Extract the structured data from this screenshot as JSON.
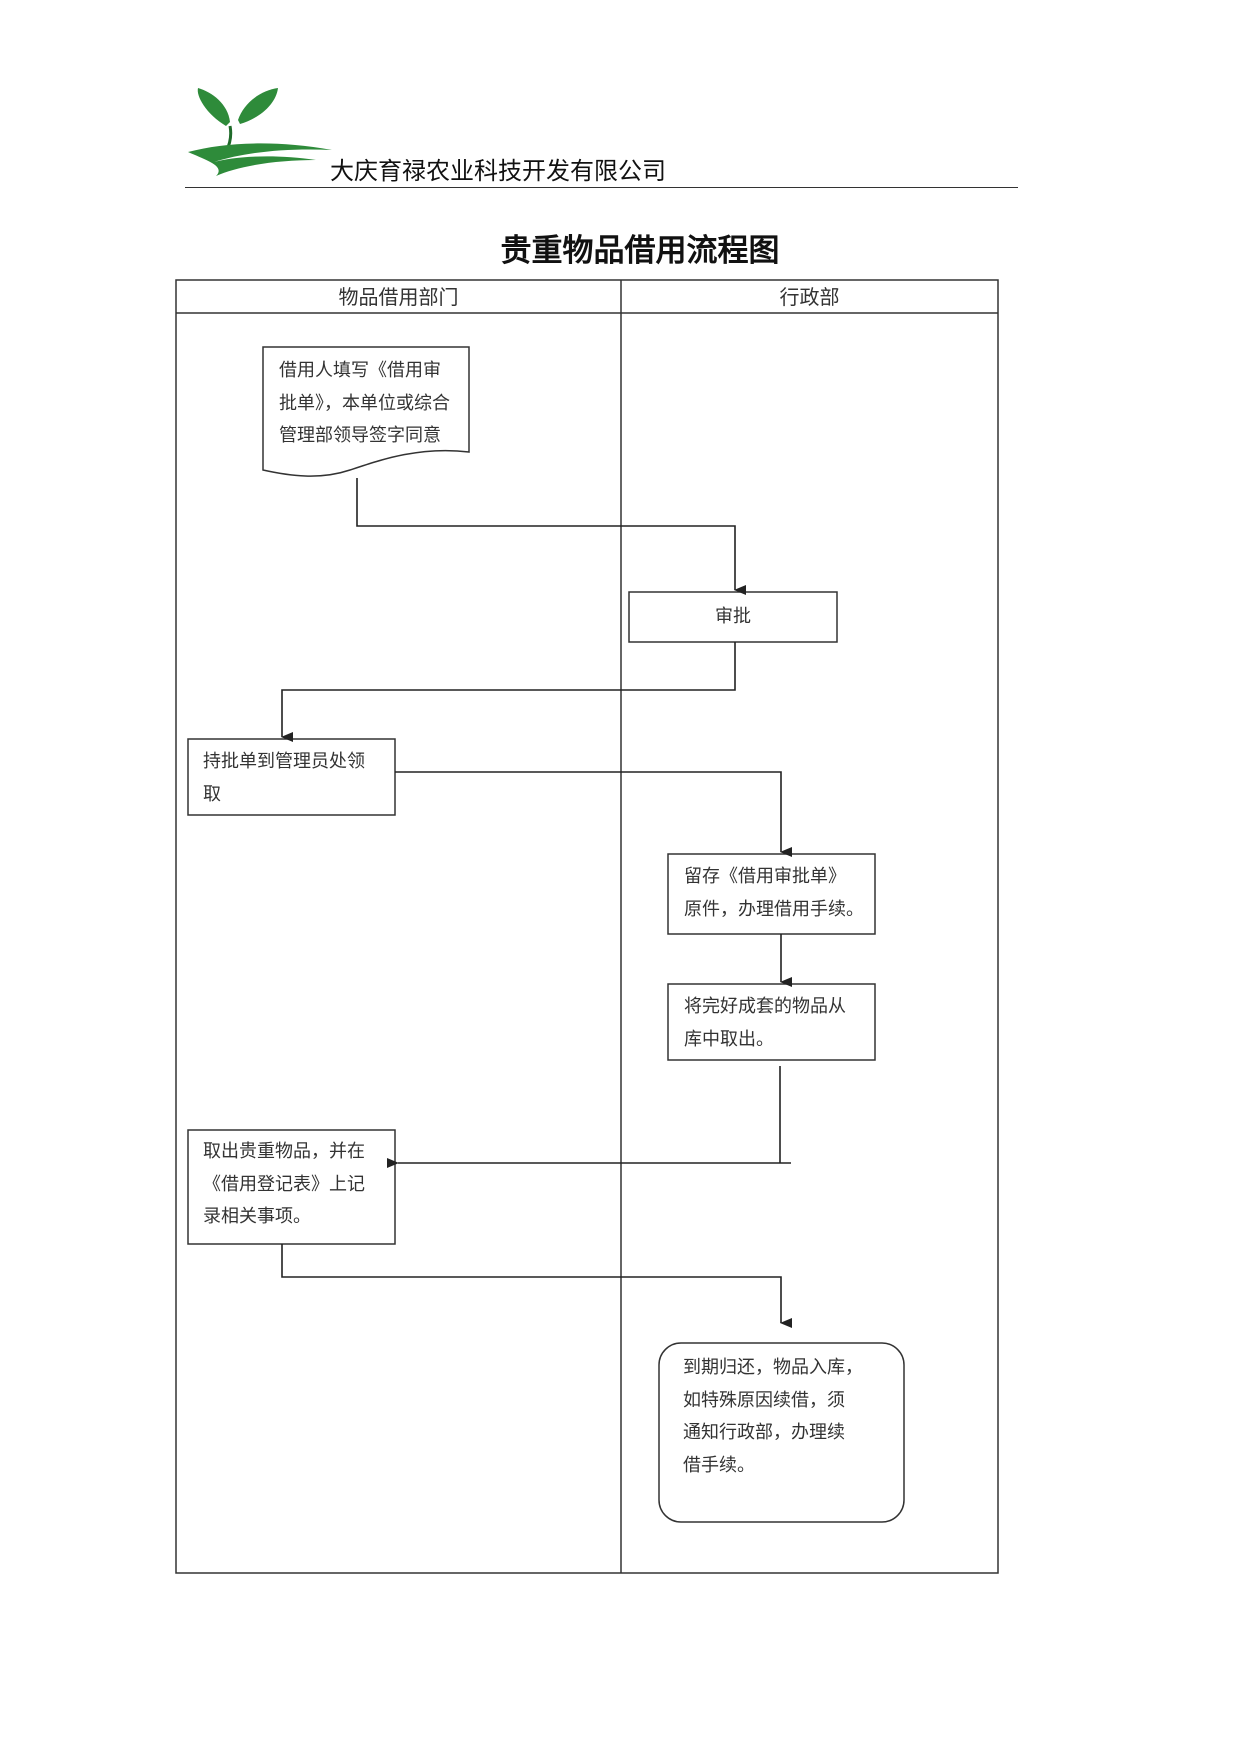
{
  "header": {
    "company": "大庆育禄农业科技开发有限公司"
  },
  "title": "贵重物品借用流程图",
  "lanes": [
    "物品借用部门",
    "行政部"
  ],
  "nodes": {
    "fill_form": [
      "借用人填写《借用审",
      "批单》，本单位或综合",
      "管理部领导签字同意"
    ],
    "approve": [
      "审批"
    ],
    "collect": [
      "持批单到管理员处领",
      "取"
    ],
    "retain": [
      "留存《借用审批单》",
      "原件，办理借用手续。"
    ],
    "take_out": [
      "将完好成套的物品从",
      "库中取出。"
    ],
    "register": [
      "取出贵重物品，并在",
      "《借用登记表》上记",
      "录相关事项。"
    ],
    "return": [
      "到期归还，物品入库，",
      "如特殊原因续借，须",
      "通知行政部，办理续",
      "借手续。"
    ]
  },
  "colors": {
    "logo_green": "#2e8b3a",
    "logo_dark": "#1f6b2a",
    "line": "#222222"
  }
}
